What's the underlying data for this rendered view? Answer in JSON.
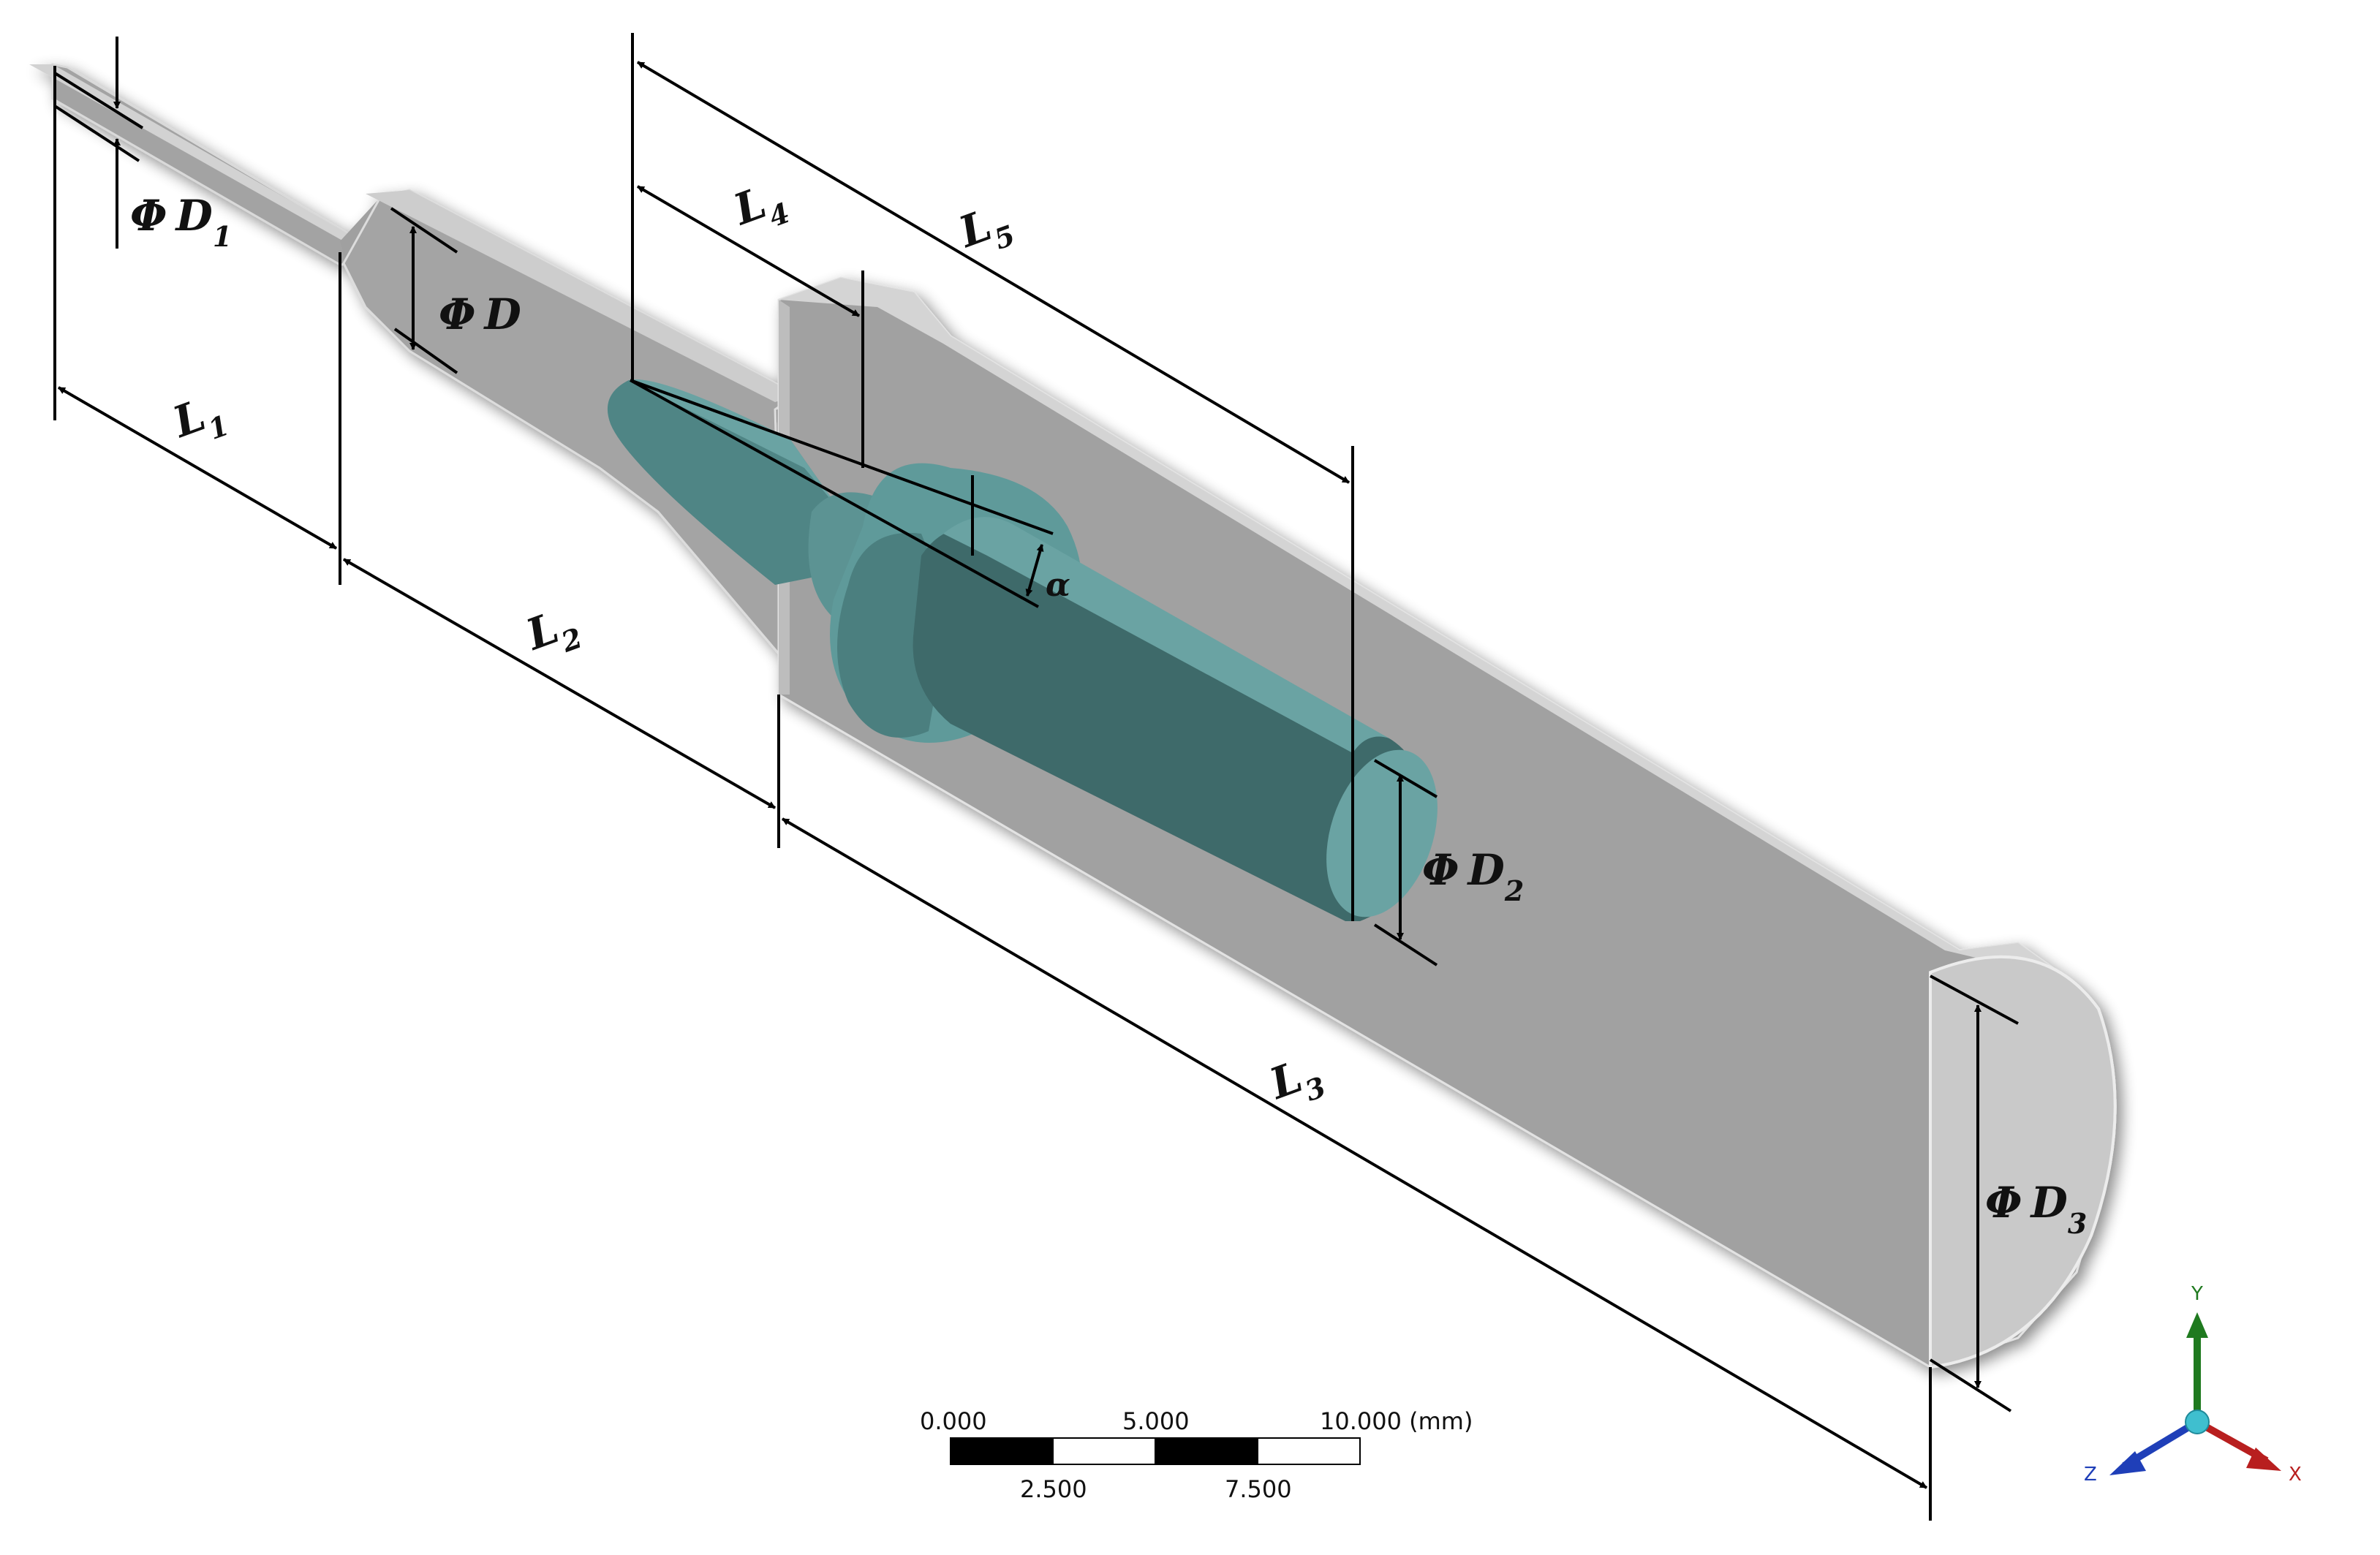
{
  "dimensions": {
    "d1": {
      "prefix": "Φ",
      "symbol": "D",
      "sub": "1"
    },
    "d": {
      "prefix": "Φ",
      "symbol": "D",
      "sub": ""
    },
    "d2": {
      "prefix": "Φ",
      "symbol": "D",
      "sub": "2"
    },
    "d3": {
      "prefix": "Φ",
      "symbol": "D",
      "sub": "3"
    },
    "l1": {
      "symbol": "L",
      "sub": "1"
    },
    "l2": {
      "symbol": "L",
      "sub": "2"
    },
    "l3": {
      "symbol": "L",
      "sub": "3"
    },
    "l4": {
      "symbol": "L",
      "sub": "4"
    },
    "l5": {
      "symbol": "L",
      "sub": "5"
    },
    "alpha": {
      "symbol": "α"
    }
  },
  "scale_bar": {
    "top_labels": [
      "0.000",
      "5.000",
      "10.000 (mm)"
    ],
    "bottom_labels": [
      "2.500",
      "7.500"
    ]
  },
  "triad": {
    "y_label": "Y",
    "z_label": "Z",
    "x_label": "X",
    "y_color": "#1f7a1f",
    "z_color": "#1f3fb8",
    "x_color": "#b81f1f",
    "origin_color": "#3fbfcf"
  },
  "colors": {
    "body_fill": "#a8a8a8",
    "body_light": "#cfcfcf",
    "body_edge": "#e6e6e6",
    "probe_fill": "#4a7d7d",
    "probe_light": "#6aa3a3",
    "probe_dark": "#3b6363"
  }
}
